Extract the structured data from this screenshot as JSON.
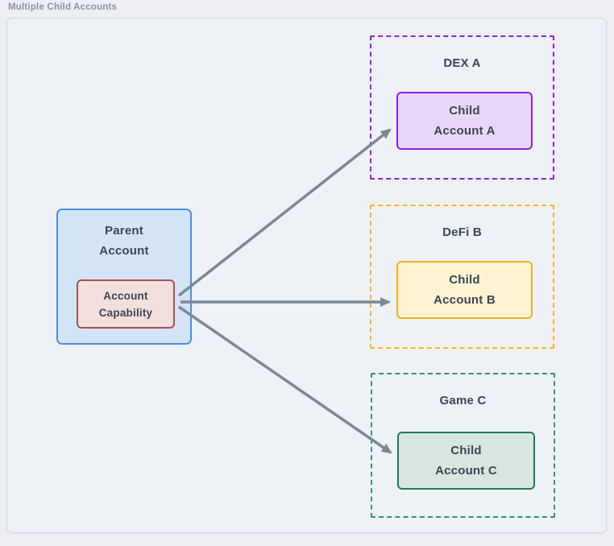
{
  "title": "Multiple Child Accounts",
  "parent": {
    "line1": "Parent",
    "line2": "Account",
    "capability_line1": "Account",
    "capability_line2": "Capability",
    "fill": "#d4e4f7",
    "border": "#4a8ee6",
    "capability_fill": "#f3dfdd",
    "capability_border": "#a3534f"
  },
  "groups": [
    {
      "label": "DEX A",
      "child_line1": "Child",
      "child_line2": "Account A",
      "accent": "#8e23da",
      "child_border": "#8d23da",
      "child_fill": "#ead7f8"
    },
    {
      "label": "DeFi B",
      "child_line1": "Child",
      "child_line2": "Account B",
      "accent": "#f2b61e",
      "child_border": "#edb11d",
      "child_fill": "#fdf3d2"
    },
    {
      "label": "Game C",
      "child_line1": "Child",
      "child_line2": "Account C",
      "accent": "#2f9678",
      "child_border": "#1e7a5e",
      "child_fill": "#d7e7df"
    }
  ],
  "colors": {
    "arrow": "#7b8995",
    "panel_bg": "#eef1f6",
    "text": "#3a4754",
    "title_text": "#8b95a1"
  }
}
